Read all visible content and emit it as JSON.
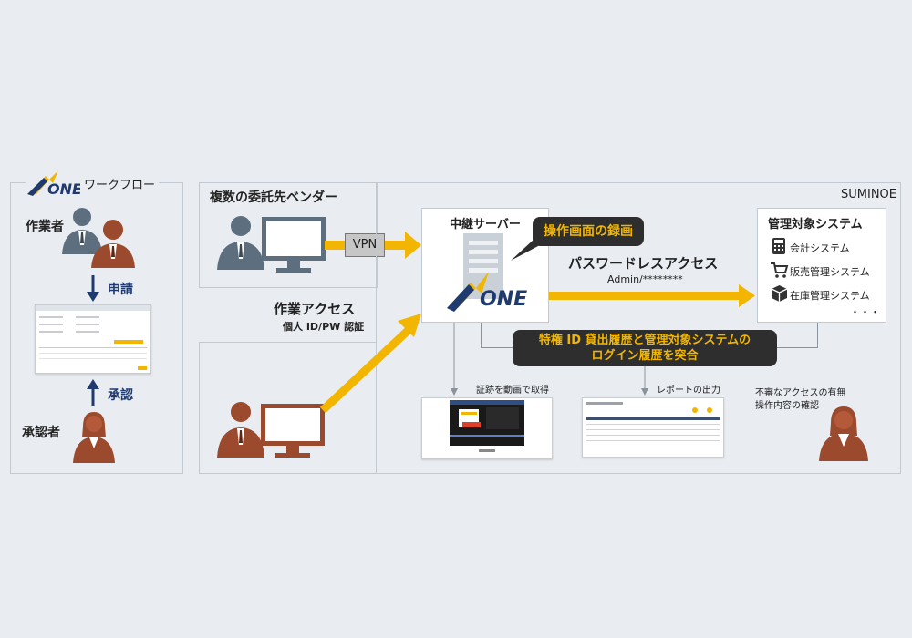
{
  "workflow": {
    "title": "ワークフロー",
    "logo_text": "ONE",
    "worker_label": "作業者",
    "approver_label": "承認者",
    "apply_label": "申請",
    "approve_label": "承認"
  },
  "vendor": {
    "title": "複数の委託先ベンダー",
    "vpn_label": "VPN",
    "access_title": "作業アクセス",
    "access_sub": "個人 ID/PW 認証"
  },
  "suminoe": {
    "label": "SUMINOE",
    "relay_title": "中継サーバー",
    "logo_text": "ONE",
    "recording_label": "操作画面の録画",
    "passwordless_title": "パスワードレスアクセス",
    "passwordless_sub": "Admin/********",
    "reconcile_line1": "特権 ID 貸出履歴と管理対象システムの",
    "reconcile_line2": "ログイン履歴を突合",
    "evidence_label": "証跡を動画で取得",
    "report_label": "レポートの出力",
    "suspicious_line1": "不審なアクセスの有無",
    "suspicious_line2": "操作内容の確認"
  },
  "managed": {
    "title": "管理対象システム",
    "items": [
      {
        "label": "会計システム",
        "icon": "calculator-icon"
      },
      {
        "label": "販売管理システム",
        "icon": "cart-icon"
      },
      {
        "label": "在庫管理システム",
        "icon": "box-icon"
      }
    ],
    "ellipsis": "・・・"
  },
  "colors": {
    "arrow": "#f2b600",
    "person_gray": "#5d6f7e",
    "person_brown": "#9b4a2e",
    "navy": "#1f3a6e",
    "pill": "#2e2e2e"
  }
}
